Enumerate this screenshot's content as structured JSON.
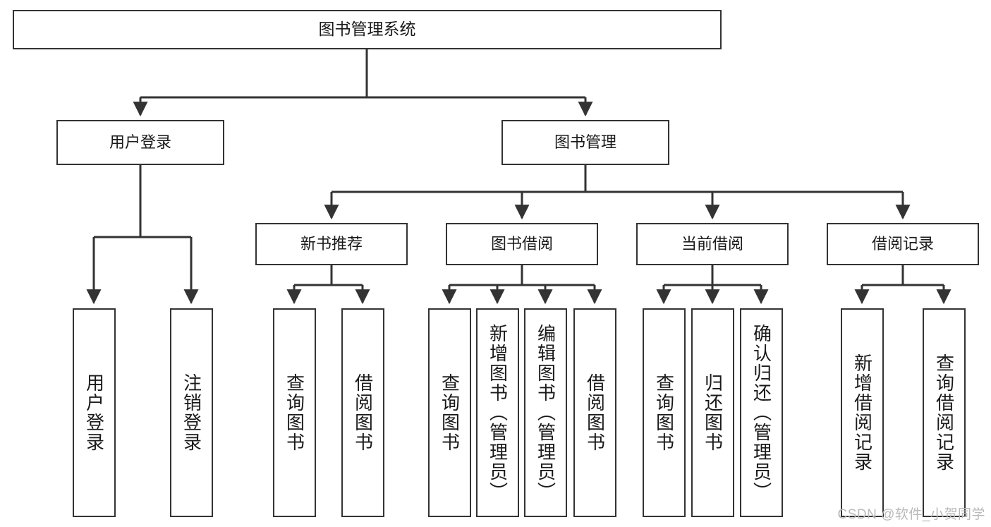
{
  "diagram": {
    "title": "图书管理系统",
    "type": "tree-hierarchy-diagram",
    "watermark": "CSDN @软件_小贺同学",
    "colors": {
      "stroke": "#333333",
      "fill": "#ffffff",
      "text": "#1a1a1a",
      "watermark": "#b9b9b9"
    },
    "nodes": {
      "root": {
        "label": "图书管理系统"
      },
      "level2": [
        {
          "label": "用户登录"
        },
        {
          "label": "图书管理"
        }
      ],
      "level3": [
        {
          "label": "新书推荐"
        },
        {
          "label": "图书借阅"
        },
        {
          "label": "当前借阅"
        },
        {
          "label": "借阅记录"
        }
      ],
      "leaves": {
        "user_login": [
          {
            "label": "用户登录"
          },
          {
            "label": "注销登录"
          }
        ],
        "new_book": [
          {
            "label": "查询图书"
          },
          {
            "label": "借阅图书"
          }
        ],
        "book_borrow": [
          {
            "label": "查询图书"
          },
          {
            "label": "新增图书（管理员）"
          },
          {
            "label": "编辑图书（管理员）"
          },
          {
            "label": "借阅图书"
          }
        ],
        "current_borrow": [
          {
            "label": "查询图书"
          },
          {
            "label": "归还图书"
          },
          {
            "label": "确认归还（管理员）"
          }
        ],
        "borrow_record": [
          {
            "label": "新增借阅记录"
          },
          {
            "label": "查询借阅记录"
          }
        ]
      }
    }
  }
}
